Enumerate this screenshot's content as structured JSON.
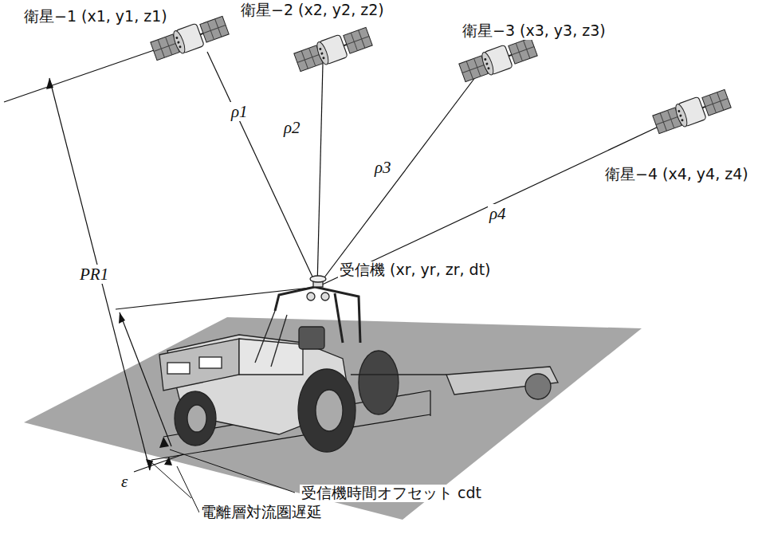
{
  "diagram": {
    "labels": [
      "衛星−1 (x1, y1, z1)",
      "衛星−2 (x2, y2, z2)",
      "衛星−3 (x3, y3, z3)",
      "衛星−4 (x4, y4, z4)",
      "ρ1",
      "ρ2",
      "ρ3",
      "ρ4",
      "PR1",
      "受信機 (xr, yr, zr, dt)",
      "ε",
      "受信機時間オフセット cdt",
      "電離層対流圏遅延"
    ]
  }
}
